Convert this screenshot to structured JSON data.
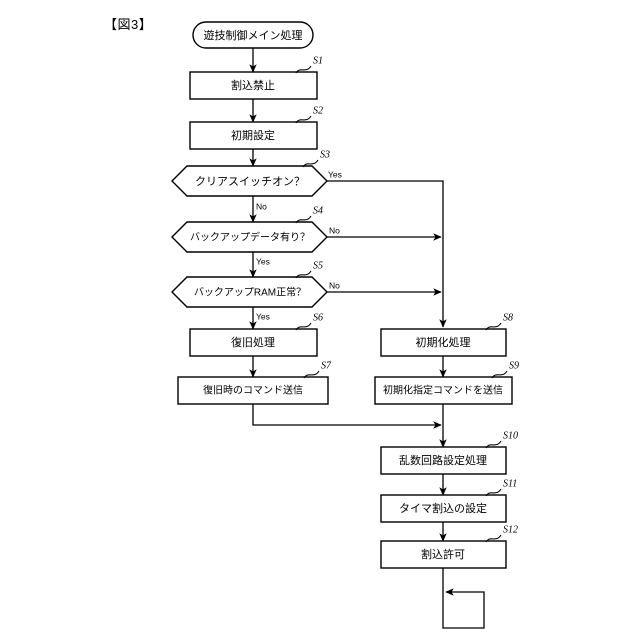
{
  "figure": {
    "label": "【図3】",
    "title": "遊技制御メイン処理"
  },
  "nodes": {
    "start": {
      "text": "遊技制御メイン処理",
      "shape": "terminator"
    },
    "s1": {
      "step": "S1",
      "text": "割込禁止",
      "shape": "process"
    },
    "s2": {
      "step": "S2",
      "text": "初期設定",
      "shape": "process"
    },
    "s3": {
      "step": "S3",
      "text": "クリアスイッチオン？",
      "shape": "decision",
      "yes": "Yes",
      "no": "No"
    },
    "s4": {
      "step": "S4",
      "text": "バックアップデータ有り？",
      "shape": "decision",
      "yes": "Yes",
      "no": "No"
    },
    "s5": {
      "step": "S5",
      "text": "バックアップRAM正常？",
      "shape": "decision",
      "yes": "Yes",
      "no": "No"
    },
    "s6": {
      "step": "S6",
      "text": "復旧処理",
      "shape": "process"
    },
    "s7": {
      "step": "S7",
      "text": "復旧時のコマンド送信",
      "shape": "process"
    },
    "s8": {
      "step": "S8",
      "text": "初期化処理",
      "shape": "process"
    },
    "s9": {
      "step": "S9",
      "text": "初期化指定コマンドを送信",
      "shape": "process"
    },
    "s10": {
      "step": "S10",
      "text": "乱数回路設定処理",
      "shape": "process"
    },
    "s11": {
      "step": "S11",
      "text": "タイマ割込の設定",
      "shape": "process"
    },
    "s12": {
      "step": "S12",
      "text": "割込許可",
      "shape": "process"
    }
  },
  "branches": {
    "s3_yes": "Yes",
    "s3_no": "No",
    "s4_no": "No",
    "s4_yes": "Yes",
    "s5_no": "No",
    "s5_yes": "Yes"
  },
  "colors": {
    "stroke": "#000000",
    "fill": "#ffffff",
    "background": "#ffffff"
  }
}
